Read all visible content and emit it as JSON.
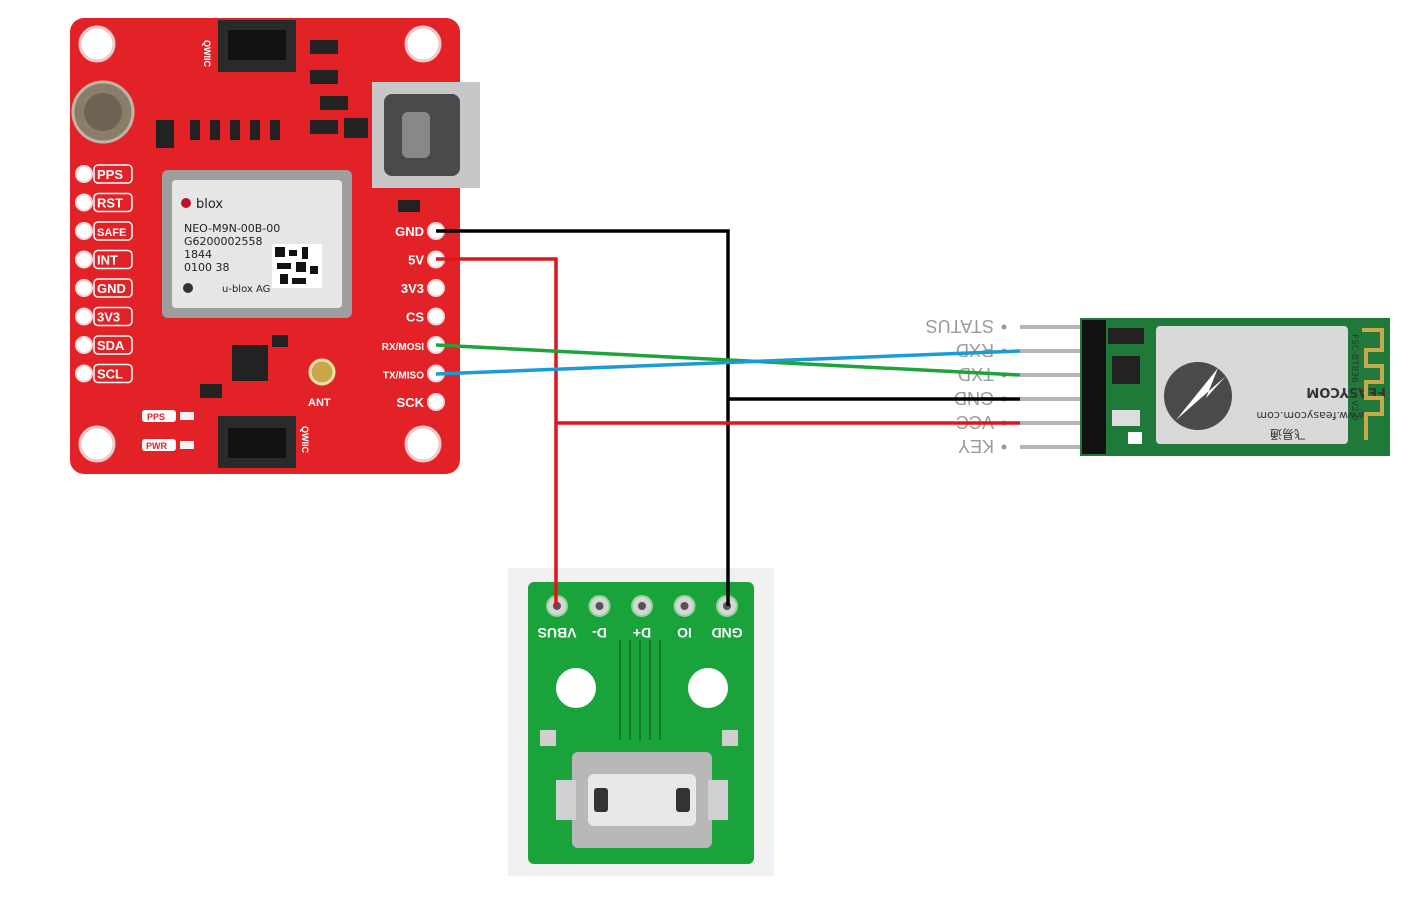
{
  "gps_board": {
    "chip": {
      "brand": "blox",
      "model": "NEO-M9N-00B-00",
      "serial": "G6200002558",
      "date_code": "1844",
      "lot": "0100  38",
      "copyright": "u-blox AG"
    },
    "qwiic_label": "QWIIC",
    "left_pins": [
      "PPS",
      "RST",
      "SAFE",
      "INT",
      "GND",
      "3V3",
      "SDA",
      "SCL"
    ],
    "right_pins": [
      "GND",
      "5V",
      "3V3",
      "CS",
      "RX/MOSI",
      "TX/MISO",
      "SCK"
    ],
    "ant_label": "ANT",
    "pps_led": "PPS",
    "pwr_led": "PWR",
    "colors": {
      "pcb": "#e32227",
      "silk": "#ffffff"
    }
  },
  "bt_module": {
    "pins": [
      "STATUS",
      "RXD",
      "TXD",
      "GND",
      "VCC",
      "KEY"
    ],
    "brand": "FEASYCOM",
    "model": "FSC-BT836",
    "website": "www.feasycom.com",
    "version": "V2.0",
    "chinese_label": "飞易通",
    "colors": {
      "pcb": "#1f7a3a",
      "shield": "#d9d9d9"
    }
  },
  "usb_breakout": {
    "pins": [
      "VBUS",
      "D-",
      "D+",
      "IO",
      "GND"
    ],
    "colors": {
      "pcb": "#1aa33a"
    }
  },
  "wires": {
    "colors": {
      "ground": "#000000",
      "power": "#e0141c",
      "rx": "#1fa33c",
      "tx": "#1a9ad6"
    }
  }
}
